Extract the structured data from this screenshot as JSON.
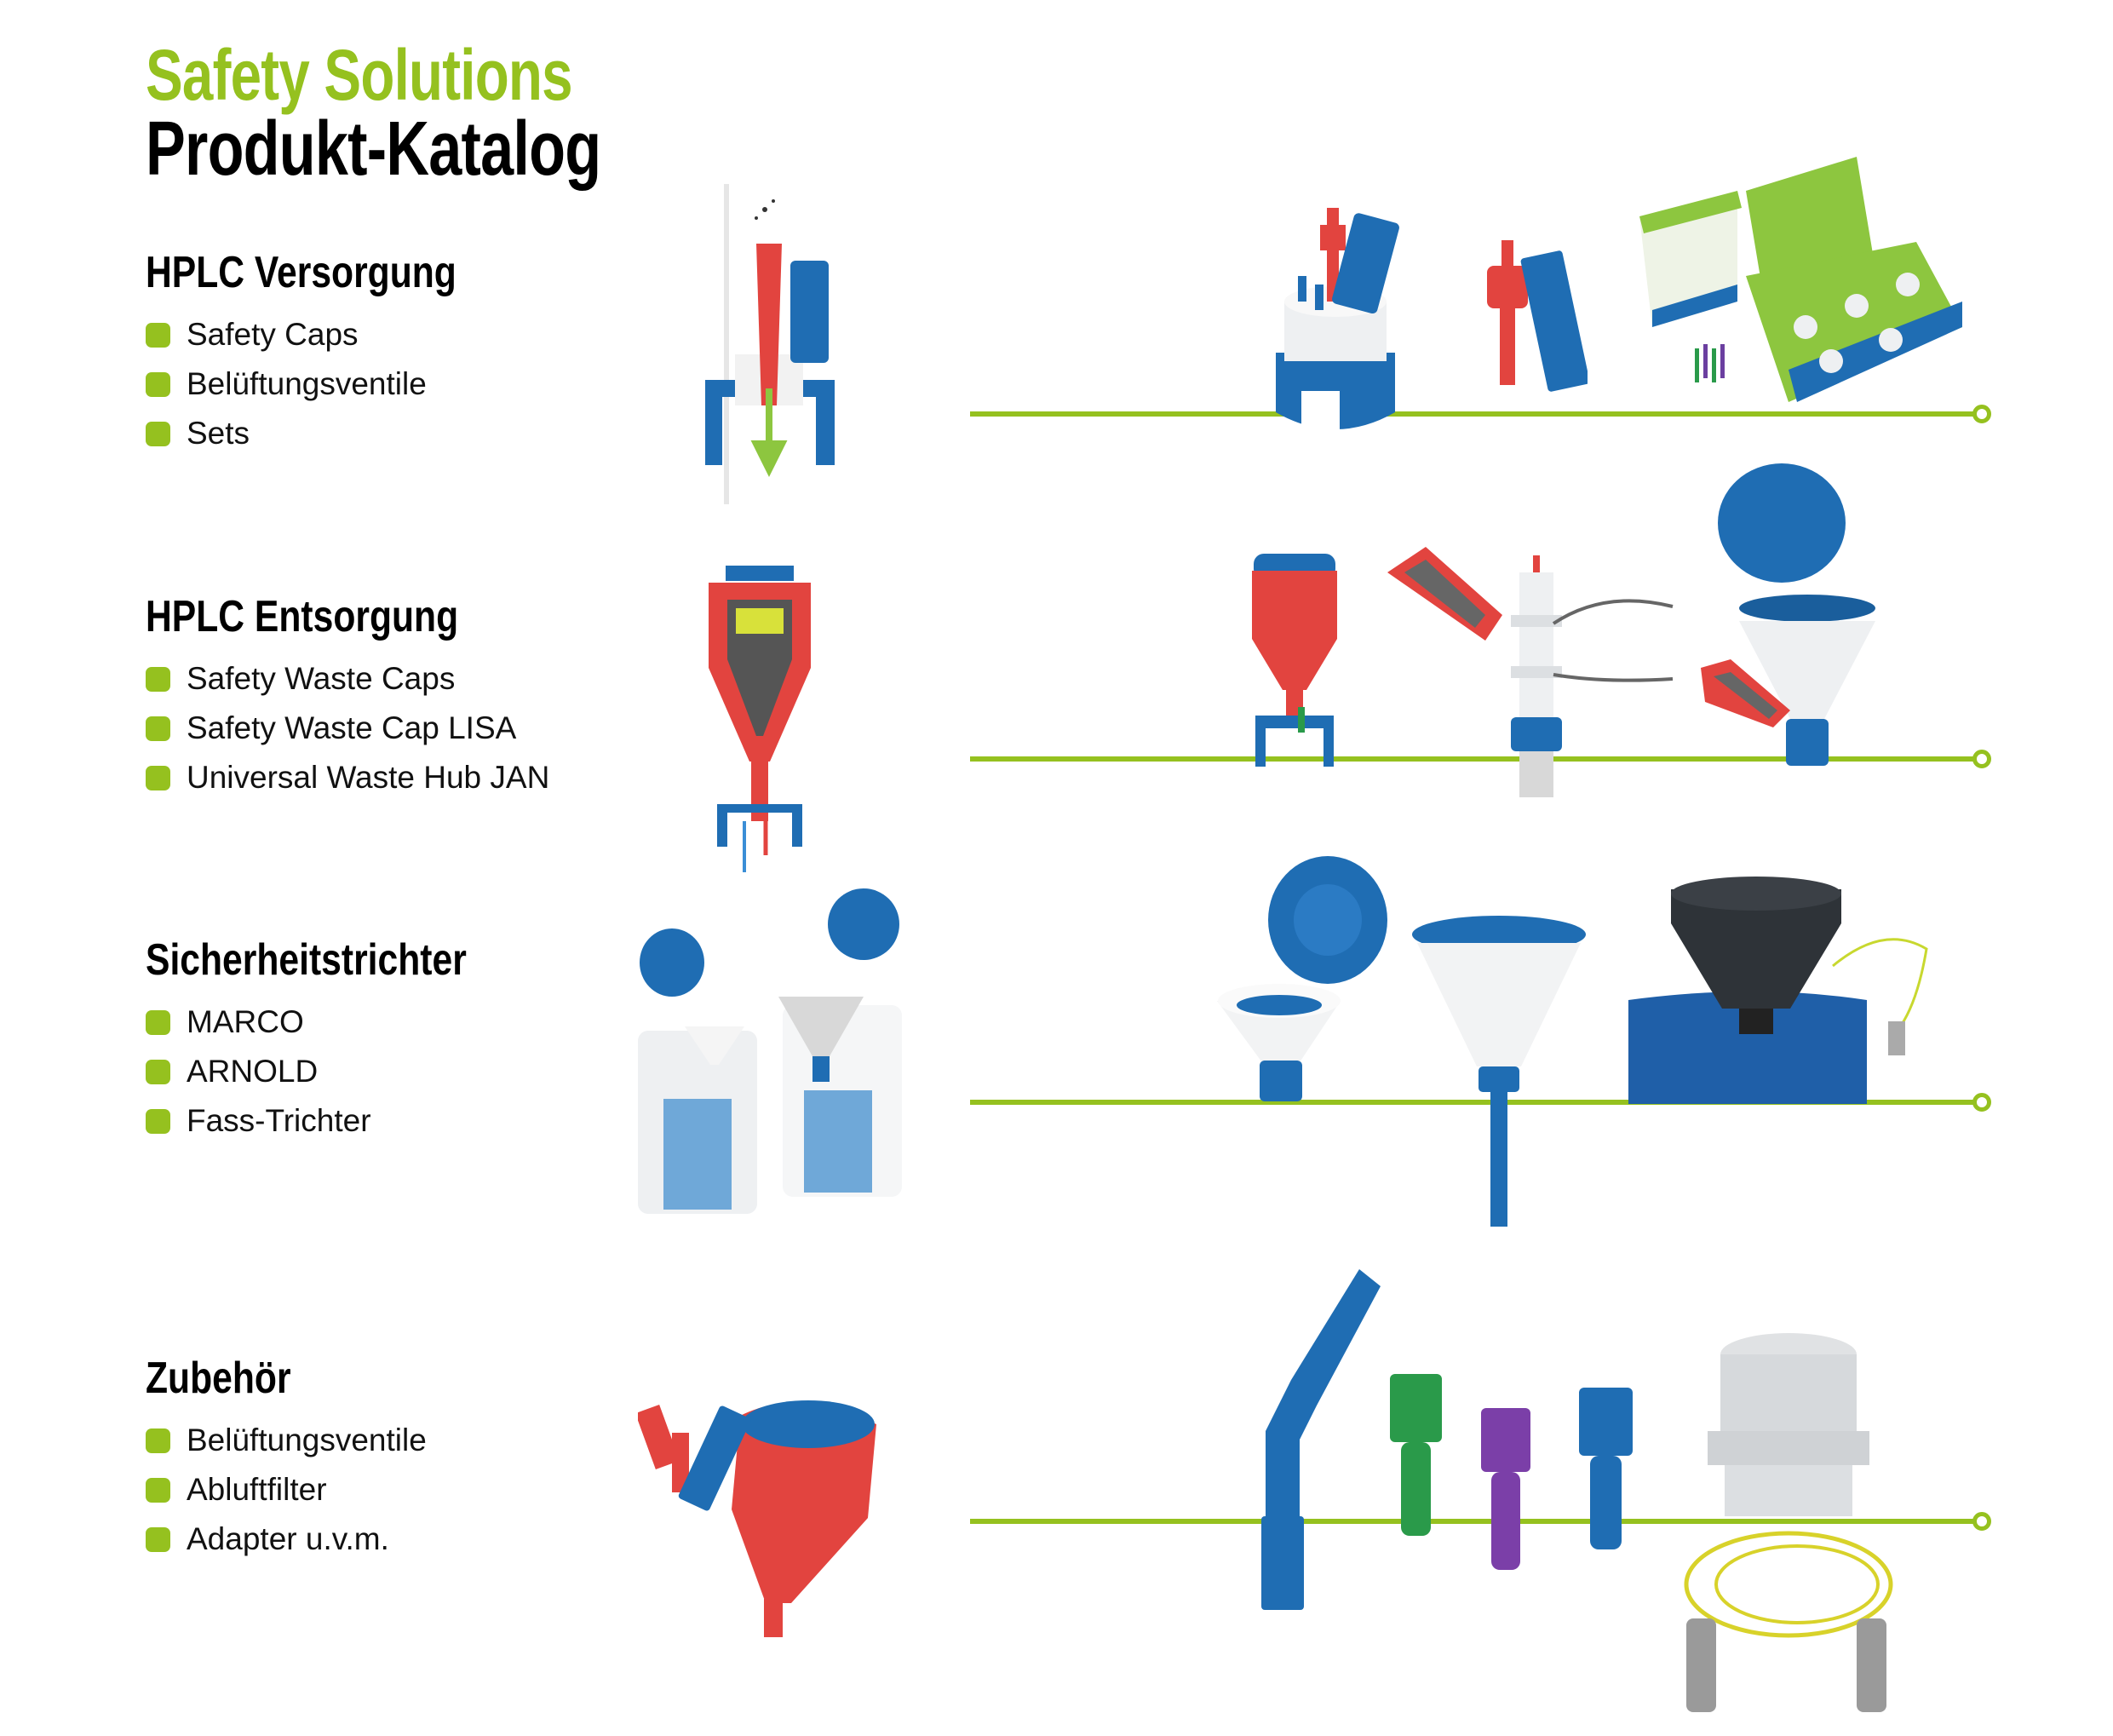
{
  "header": {
    "title": "Safety Solutions",
    "subtitle": "Produkt-Katalog"
  },
  "sections": [
    {
      "heading": "HPLC Versorgung",
      "items": [
        "Safety Caps",
        "Belüftungsventile",
        "Sets"
      ]
    },
    {
      "heading": "HPLC Entsorgung",
      "items": [
        "Safety Waste Caps",
        "Safety Waste Cap LISA",
        "Universal Waste Hub JAN"
      ]
    },
    {
      "heading": "Sicherheitstrichter",
      "items": [
        "MARCO",
        "ARNOLD",
        "Fass-Trichter"
      ]
    },
    {
      "heading": "Zubehör",
      "items": [
        "Belüftungsventile",
        "Abluftfilter",
        "Adapter u.v.m."
      ]
    }
  ],
  "colors": {
    "accent": "#95c11f",
    "blue": "#1f6db3",
    "red": "#e2443f",
    "white_plastic": "#e9ecef"
  }
}
